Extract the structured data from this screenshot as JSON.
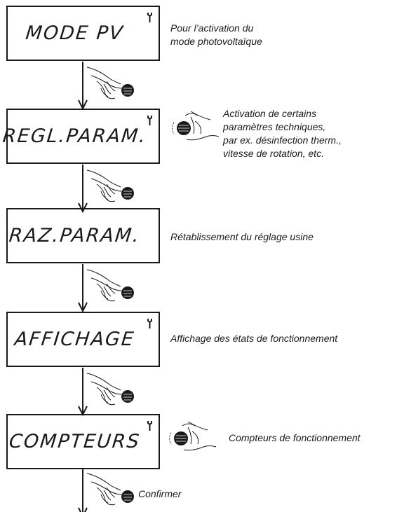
{
  "steps": [
    {
      "display": "MODE PV",
      "has_wrench": true,
      "description": "Pour l’activation du\nmode photovoltaïque"
    },
    {
      "display": "REGL.PARAM.",
      "has_wrench": true,
      "description": "Activation de certains\nparamètres techniques,\npar ex. désinfection therm.,\nvitesse de rotation, etc."
    },
    {
      "display": "RAZ.PARAM.",
      "has_wrench": false,
      "description": "Rétablissement du réglage usine"
    },
    {
      "display": "AFFICHAGE",
      "has_wrench": true,
      "description": "Affichage des états de fonctionnement"
    },
    {
      "display": "COMPTEURS",
      "has_wrench": true,
      "description": "Compteurs de fonctionnement"
    }
  ],
  "confirm_label": "Confirmer",
  "icons": {
    "wrench": "wrench-icon",
    "press_hand": "hand-pressing-knob-icon",
    "turn_hand": "hand-turning-knob-icon",
    "arrow": "down-arrow-icon"
  },
  "colors": {
    "ink": "#1a1a1a",
    "background": "#ffffff"
  }
}
